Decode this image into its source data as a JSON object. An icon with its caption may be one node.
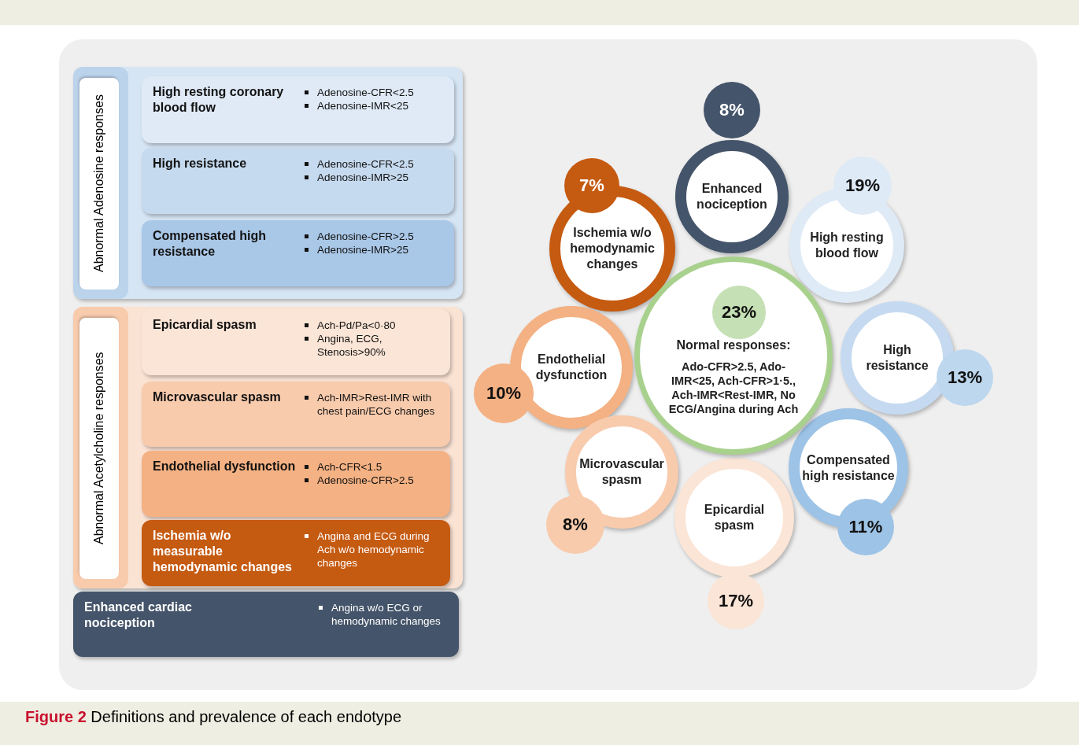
{
  "diagram": {
    "caption": "**Figure 2** Definitions and prevalence of each endotype",
    "nodes": [
      {
        "text": [
          "Abnormal Adenosine responses"
        ]
      },
      {
        "text": [
          "High resting coronary blood flow",
          "Adenosine-CFR<2.5",
          "Adenosine-IMR<25"
        ],
        "in": 0
      },
      {
        "text": [
          "High resistance",
          "Adenosine-CFR<2.5",
          "Adenosine-IMR>25"
        ],
        "in": 0
      },
      {
        "text": [
          "Compensated high resistance",
          "Adenosine-CFR>2.5",
          "Adenosine-IMR>25"
        ],
        "in": 0
      },
      {
        "text": [
          "Abnormal Acetylcholine responses"
        ]
      },
      {
        "text": [
          "Epicardial spasm",
          "Ach-Pd/Pa<0·80",
          "Angina, ECG, Stenosis>90%"
        ],
        "in": 4
      },
      {
        "text": [
          "Microvascular spasm",
          "Ach-IMR>Rest-IMR with chest pain/ECG changes"
        ],
        "in": 4
      },
      {
        "text": [
          "Endothelial dysfunction",
          "Ach-CFR<1.5",
          "Adenosine-CFR>2.5"
        ],
        "in": 4
      },
      {
        "text": [
          "Ischemia w/o measurable hemodynamic changes",
          "Angina and ECG during Ach w/o hemodynamic changes"
        ],
        "in": 4
      },
      {
        "text": [
          "Enhanced cardiac nociception",
          "Angina w/o ECG or hemodynamic changes"
        ]
      },
      {
        "text": [
          "Ischemia w/o hemodynamic changes"
        ]
      },
      {
        "text": [
          "7%"
        ]
      },
      {
        "text": [
          "Enhanced nociception"
        ]
      },
      {
        "text": [
          "8%"
        ]
      },
      {
        "text": [
          "High resting blood flow"
        ]
      },
      {
        "text": [
          "19%"
        ]
      },
      {
        "text": [
          "Normal responses:",
          "Ado-CFR>2.5, Ado-IMR<25, Ach-CFR>1·5., Ach-IMR<Rest-IMR, No ECG/Angina during Ach"
        ]
      },
      {
        "text": [
          "23%"
        ],
        "in": 16
      },
      {
        "text": [
          "High resistance"
        ]
      },
      {
        "text": [
          "13%"
        ]
      },
      {
        "text": [
          "Endothelial dysfunction"
        ]
      },
      {
        "text": [
          "10%"
        ]
      },
      {
        "text": [
          "Compensated high resistance"
        ]
      },
      {
        "text": [
          "11%"
        ]
      },
      {
        "text": [
          "Microvascular spasm"
        ]
      },
      {
        "text": [
          "8%"
        ]
      },
      {
        "text": [
          "Epicardial spasm"
        ]
      },
      {
        "text": [
          "17%"
        ]
      }
    ],
    "edges": []
  }
}
